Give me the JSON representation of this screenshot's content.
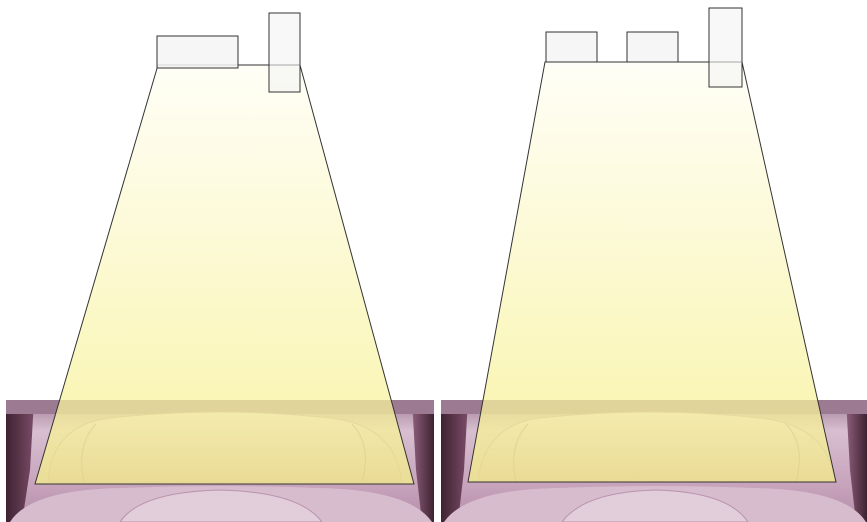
{
  "diagram": {
    "panels": [
      {
        "name": "left",
        "sensor_count": 2,
        "seat_color": "#c9a6bf"
      },
      {
        "name": "right",
        "sensor_count": 3,
        "seat_color": "#c9a6bf"
      }
    ],
    "colors": {
      "beam_top": "#fffef4",
      "beam_bottom": "#f6f08a",
      "beam_edge": "#333333",
      "sensor_fill": "#f4f4f4",
      "sensor_edge": "#333333",
      "seat_light": "#dcc2d4",
      "seat_mid": "#c29ab6",
      "seat_dark": "#5a3346",
      "background": "#ffffff"
    }
  }
}
